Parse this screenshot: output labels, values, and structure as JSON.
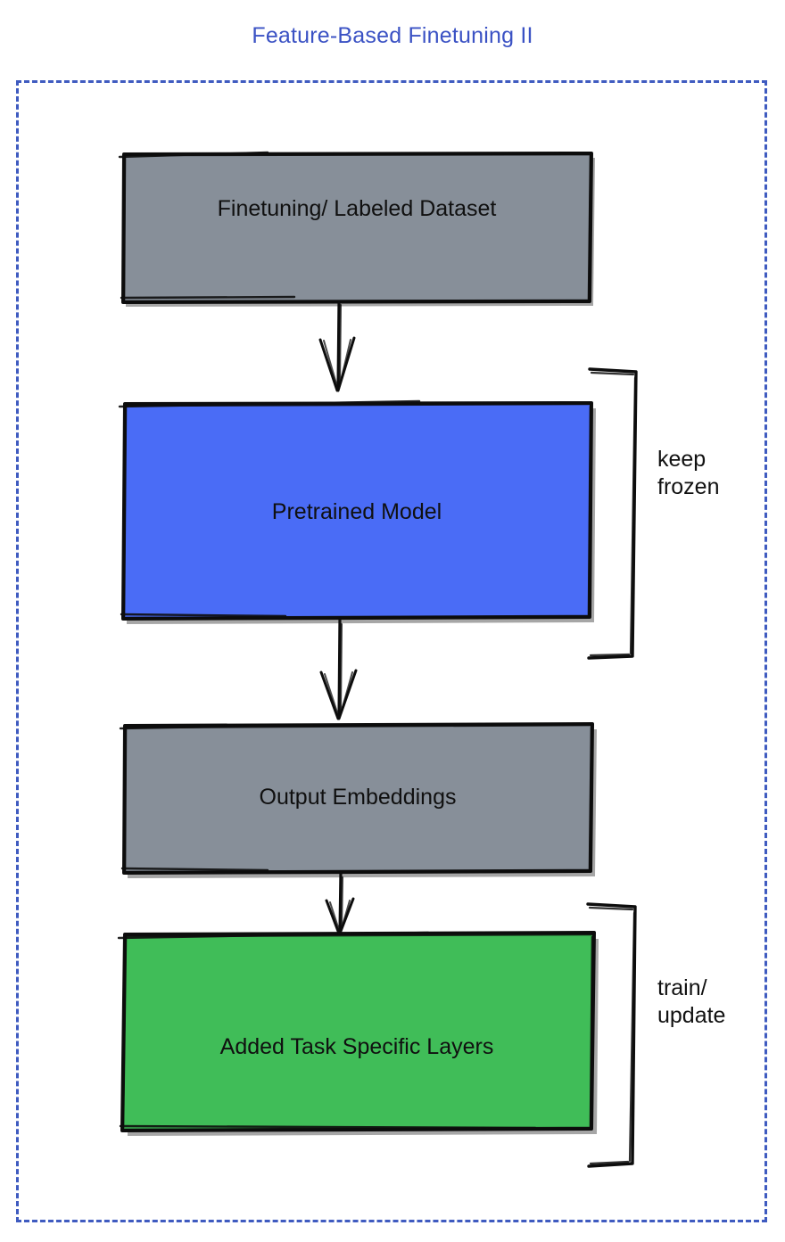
{
  "title": "Feature-Based Finetuning II",
  "colors": {
    "title": "#3b52c4",
    "frame_dash": "#3f5bc0",
    "gray_box": "#878f99",
    "blue_box": "#4a6cf6",
    "green_box": "#40bd58",
    "stroke": "#0d0d0d",
    "text": "#101010",
    "background": "#ffffff"
  },
  "nodes": [
    {
      "id": "dataset",
      "label": "Finetuning/ Labeled Dataset",
      "fill": "gray"
    },
    {
      "id": "pretrained",
      "label": "Pretrained Model",
      "fill": "blue"
    },
    {
      "id": "embeddings",
      "label": "Output Embeddings",
      "fill": "gray"
    },
    {
      "id": "task_layers",
      "label": "Added Task Specific Layers",
      "fill": "green"
    }
  ],
  "edges": [
    {
      "from": "dataset",
      "to": "pretrained"
    },
    {
      "from": "pretrained",
      "to": "embeddings"
    },
    {
      "from": "embeddings",
      "to": "task_layers"
    }
  ],
  "annotations": [
    {
      "id": "keep-frozen",
      "label": "keep\nfrozen",
      "targets": [
        "pretrained"
      ]
    },
    {
      "id": "train-update",
      "label": "train/\nupdate",
      "targets": [
        "task_layers"
      ]
    }
  ]
}
